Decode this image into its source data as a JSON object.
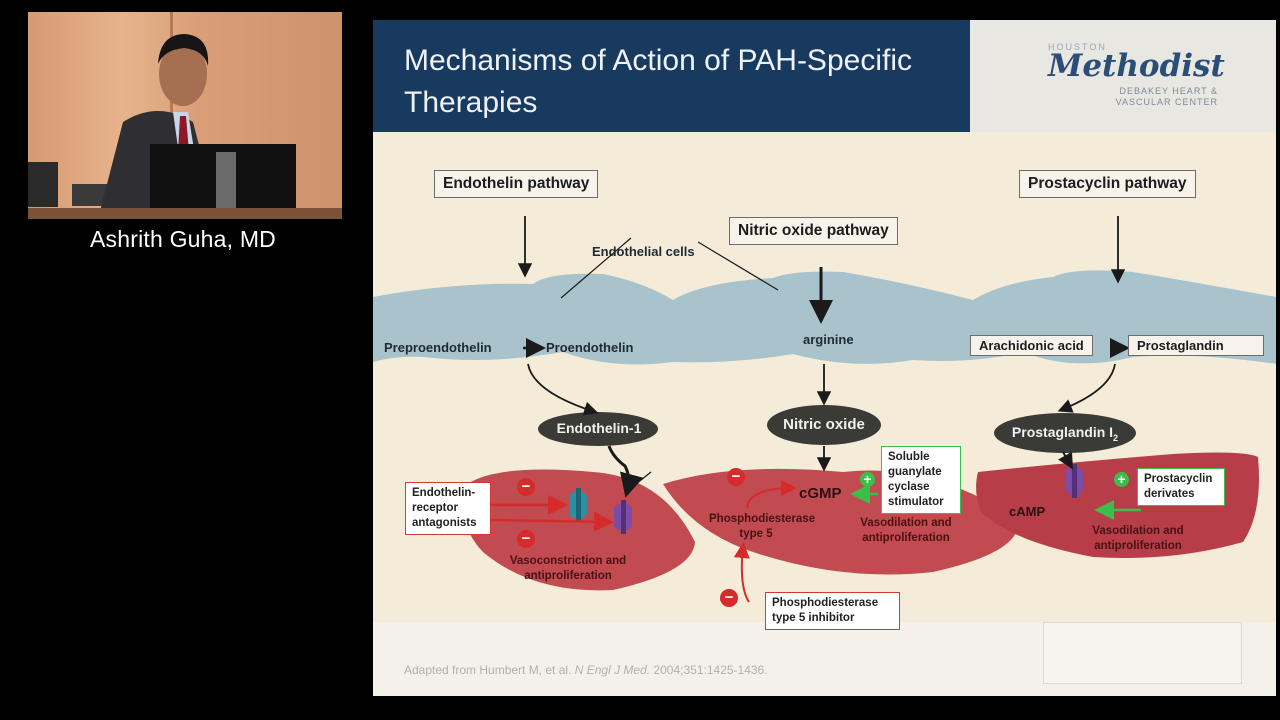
{
  "speaker": {
    "name": "Ashrith Guha, MD"
  },
  "slide": {
    "title": "Mechanisms of Action of PAH-Specific Therapies",
    "logo": {
      "top": "HOUSTON",
      "main": "Methodist",
      "line1": "DEBAKEY HEART &",
      "line2": "VASCULAR CENTER"
    },
    "colors": {
      "title_bar": "#173a5e",
      "membrane": "#a9c3cc",
      "smooth_muscle": "#c24a51",
      "inhibit": "#d62b2b",
      "stimulate": "#3cbf4a"
    },
    "diagram": {
      "pathways": {
        "endothelin": "Endothelin pathway",
        "nitric_oxide": "Nitric oxide pathway",
        "prostacyclin": "Prostacyclin pathway"
      },
      "endothelial_cells": "Endothelial cells",
      "preproendothelin": "Preproendothelin",
      "proendothelin": "Proendothelin",
      "arginine": "arginine",
      "arachidonic_acid": "Arachidonic acid",
      "prostaglandin": "Prostaglandin",
      "endothelin_1": "Endothelin-1",
      "nitric_oxide": "Nitric oxide",
      "prostaglandin_i2": "Prostaglandin I",
      "prostaglandin_i2_sub": "2",
      "cgmp": "cGMP",
      "camp": "cAMP",
      "receptor_antagonists": "Endothelin-receptor antagonists",
      "vasoconstriction": "Vasoconstriction and antiproliferation",
      "pde5": "Phosphodiesterase type 5",
      "pde5_inhibitor": "Phosphodiesterase type 5 inhibitor",
      "sgc_stimulator": "Soluble guanylate cyclase stimulator",
      "vasodilation_1": "Vasodilation and antiproliferation",
      "vasodilation_2": "Vasodilation and antiproliferation",
      "prostacyclin_derivates": "Prostacyclin derivates",
      "minus": "−",
      "plus": "+"
    },
    "citation": {
      "prefix": "Adapted from Humbert M, et al.",
      "journal": "N Engl J Med.",
      "suffix": " 2004;351:1425-1436."
    }
  }
}
